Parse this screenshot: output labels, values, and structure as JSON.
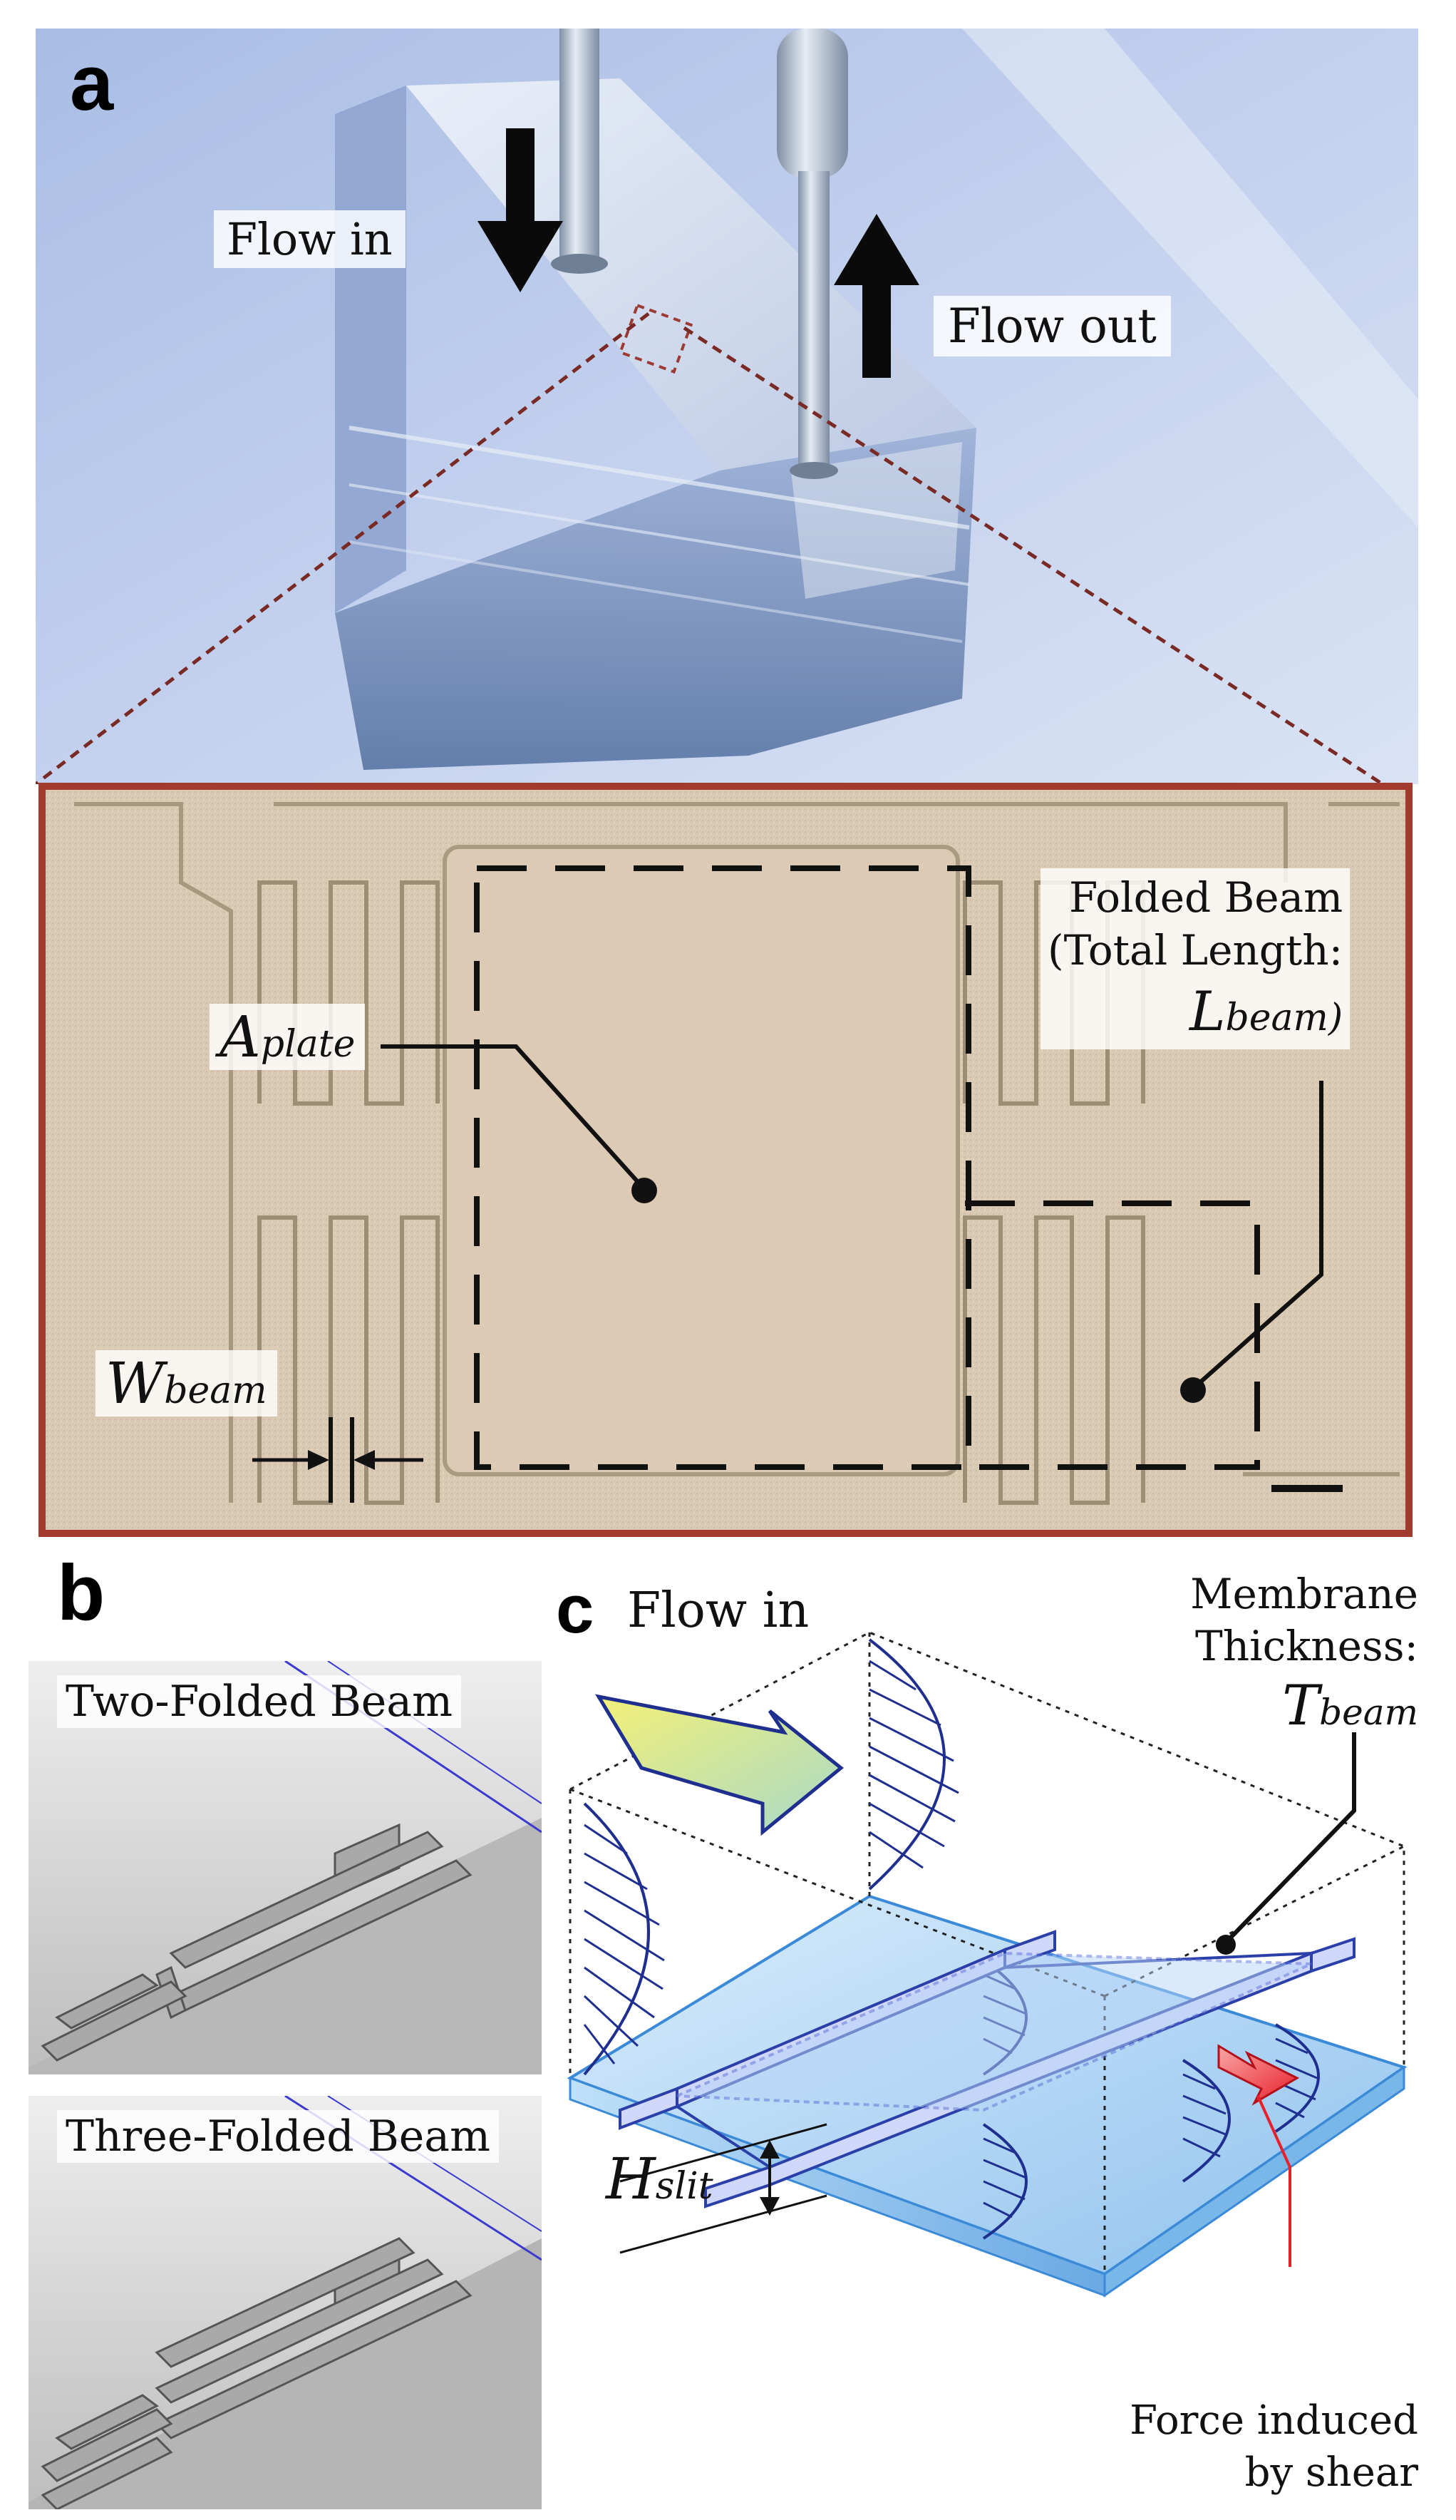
{
  "panel_a": {
    "letter": "a",
    "flow_in": "Flow in",
    "flow_out": "Flow out",
    "folded_beam_line1": "Folded Beam",
    "folded_beam_line2": "(Total Length:",
    "l_beam_main": "L",
    "l_beam_sub": "beam)",
    "a_plate_main": "A",
    "a_plate_sub": "plate",
    "w_beam_main": "W",
    "w_beam_sub": "beam"
  },
  "panel_b": {
    "letter": "b",
    "two_folded": "Two-Folded Beam",
    "three_folded": "Three-Folded Beam"
  },
  "panel_c": {
    "letter": "c",
    "flow_in": "Flow in",
    "membrane_line1": "Membrane",
    "membrane_line2": "Thickness:",
    "t_beam_main": "T",
    "t_beam_sub": "beam",
    "h_slit_main": "H",
    "h_slit_sub": "slit",
    "force_line1": "Force induced",
    "force_line2": "by shear"
  },
  "colors": {
    "frame_red": "#a33a2e",
    "photo_blue": "#b8c8e6",
    "micro_beige": "#d9c8b0",
    "diagram_blue": "#2b3fa8",
    "force_red": "#e8202a"
  }
}
